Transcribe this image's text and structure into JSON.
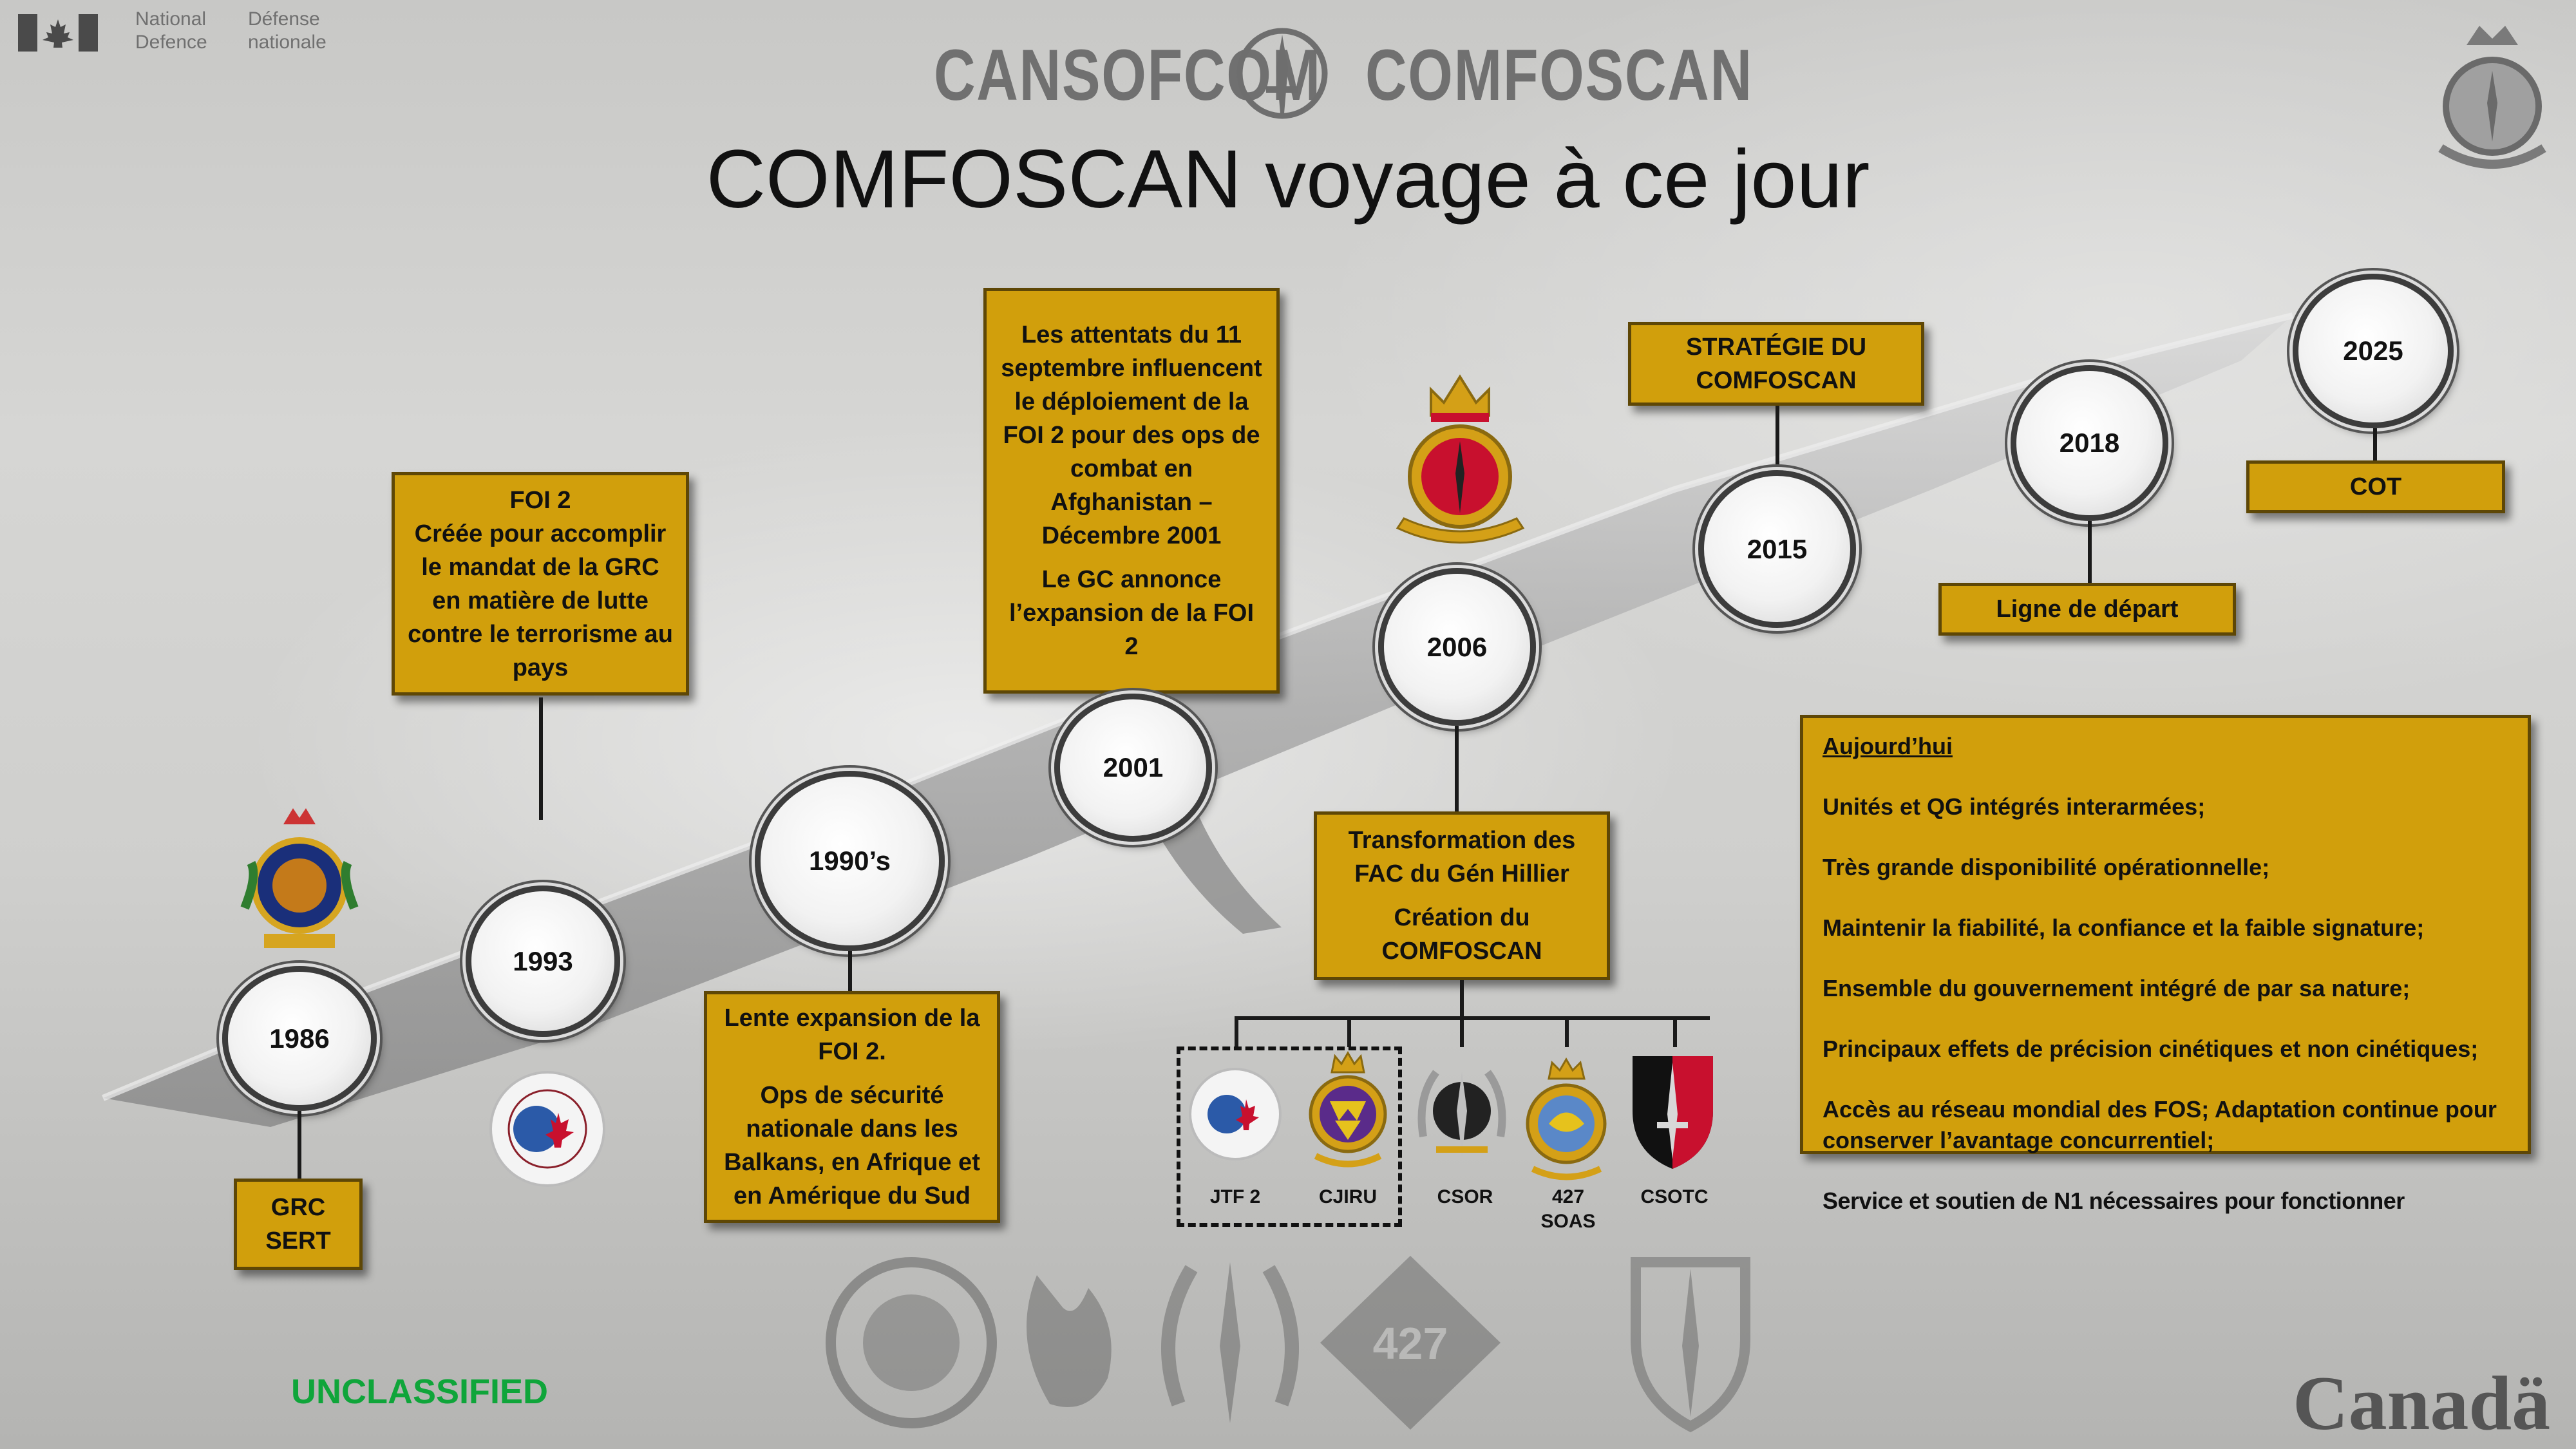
{
  "header": {
    "dept_en_line1": "National",
    "dept_en_line2": "Defence",
    "dept_fr_line1": "Défense",
    "dept_fr_line2": "nationale",
    "logo_left": "CANSOFCOM",
    "logo_right": "COMFOSCAN",
    "title": "COMFOSCAN voyage à ce jour"
  },
  "milestones": {
    "y1986": "1986",
    "y1993": "1993",
    "y1990s": "1990’s",
    "y2001": "2001",
    "y2006": "2006",
    "y2015": "2015",
    "y2018": "2018",
    "y2025": "2025"
  },
  "boxes": {
    "grc_line1": "GRC",
    "grc_line2": "SERT",
    "foi2_title": "FOI 2",
    "foi2_text": "Créée pour accomplir le mandat de la GRC en matière de lutte contre le terrorisme au pays",
    "slow_p1": "Lente expansion de la FOI 2.",
    "slow_p2": "Ops de sécurité nationale dans les Balkans, en Afrique et en Amérique du Sud",
    "attacks_p1": "Les attentats du 11 septembre influencent le déploiement de la FOI 2 pour des ops de combat en Afghanistan – Décembre 2001",
    "attacks_p2": "Le GC annonce l’expansion de la FOI 2",
    "transform_p1": "Transformation des FAC du Gén Hillier",
    "transform_p2": "Création du COMFOSCAN",
    "strategy": "STRATÉGIE DU COMFOSCAN",
    "start_line": "Ligne de départ",
    "cot": "COT"
  },
  "units": {
    "jtf2": "JTF 2",
    "cjiru": "CJIRU",
    "csor": "CSOR",
    "soas_line1": "427",
    "soas_line2": "SOAS",
    "csotc": "CSOTC"
  },
  "today": {
    "title": "Aujourd’hui",
    "items": [
      "Unités et QG intégrés interarmées;",
      "Très grande disponibilité opérationnelle;",
      "Maintenir la fiabilité, la confiance et la faible signature;",
      "Ensemble du gouvernement intégré de par sa nature;",
      "Principaux effets de précision cinétiques et non cinétiques;",
      "Accès au réseau mondial des FOS; Adaptation continue pour conserver l’avantage concurrentiel;",
      "Service et soutien de N1 nécessaires pour fonctionner"
    ]
  },
  "footer": {
    "classification": "UNCLASSIFIED",
    "wordmark": "Canadä"
  },
  "colors": {
    "box_fill": "#d19f0c",
    "box_border": "#5e4706",
    "classification": "#0fa53a"
  }
}
